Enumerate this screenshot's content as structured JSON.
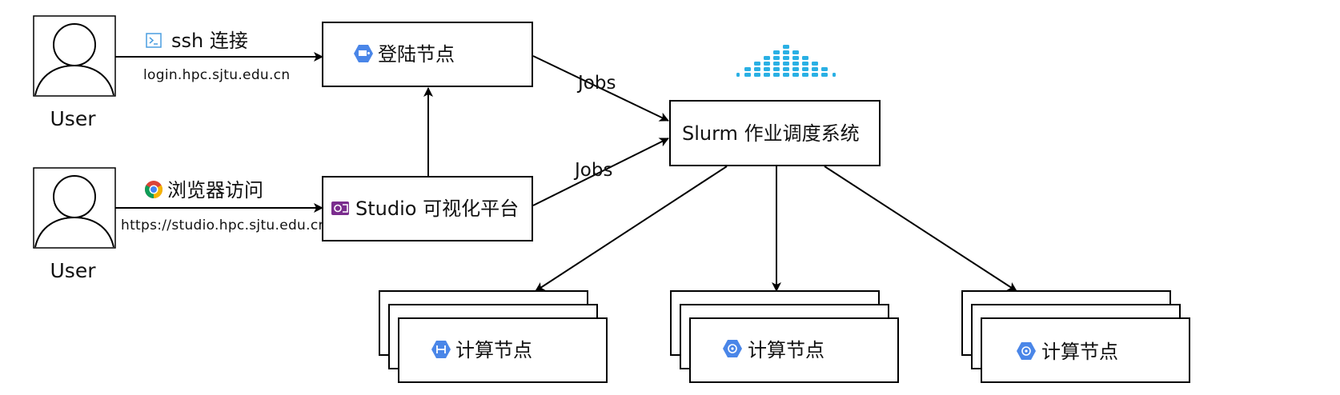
{
  "users": [
    {
      "label": "User"
    },
    {
      "label": "User"
    }
  ],
  "access": {
    "ssh": {
      "label": "ssh 连接",
      "host": "login.hpc.sjtu.edu.cn",
      "icon": "terminal-icon"
    },
    "browser": {
      "label": "浏览器访问",
      "url": "https://studio.hpc.sjtu.edu.cn",
      "icon": "chrome-icon"
    }
  },
  "nodes": {
    "login": {
      "label": "登陆节点",
      "icon": "hexagon-server-icon"
    },
    "studio": {
      "label": "Studio 可视化平台",
      "icon": "studio-icon"
    },
    "slurm": {
      "label": "Slurm 作业调度系统",
      "logo": "slurm-logo"
    },
    "compute": [
      {
        "label": "计算节点",
        "icon": "hexagon-compute-icon"
      },
      {
        "label": "计算节点",
        "icon": "hexagon-compute-icon"
      },
      {
        "label": "计算节点",
        "icon": "hexagon-compute-icon"
      }
    ]
  },
  "edges": {
    "jobs_top": "Jobs",
    "jobs_bottom": "Jobs"
  },
  "colors": {
    "google_blue": "#4a86e8",
    "slurm_blue": "#2ab0e4",
    "studio_purple": "#7b2d8e",
    "line": "#000000"
  }
}
